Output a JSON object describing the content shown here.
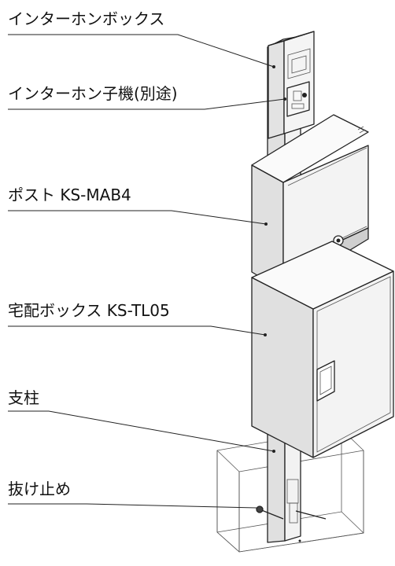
{
  "labels": {
    "intercom_box": "インターホンボックス",
    "intercom_subunit": "インターホン子機(別途)",
    "post": "ポスト KS-MAB4",
    "delivery_box": "宅配ボックス KS-TL05",
    "pillar": "支柱",
    "anchor": "抜け止め"
  },
  "colors": {
    "line": "#222222",
    "face_front": "#f2f2f2",
    "face_side": "#e0e0e0",
    "face_dark": "#c9c9c9"
  }
}
